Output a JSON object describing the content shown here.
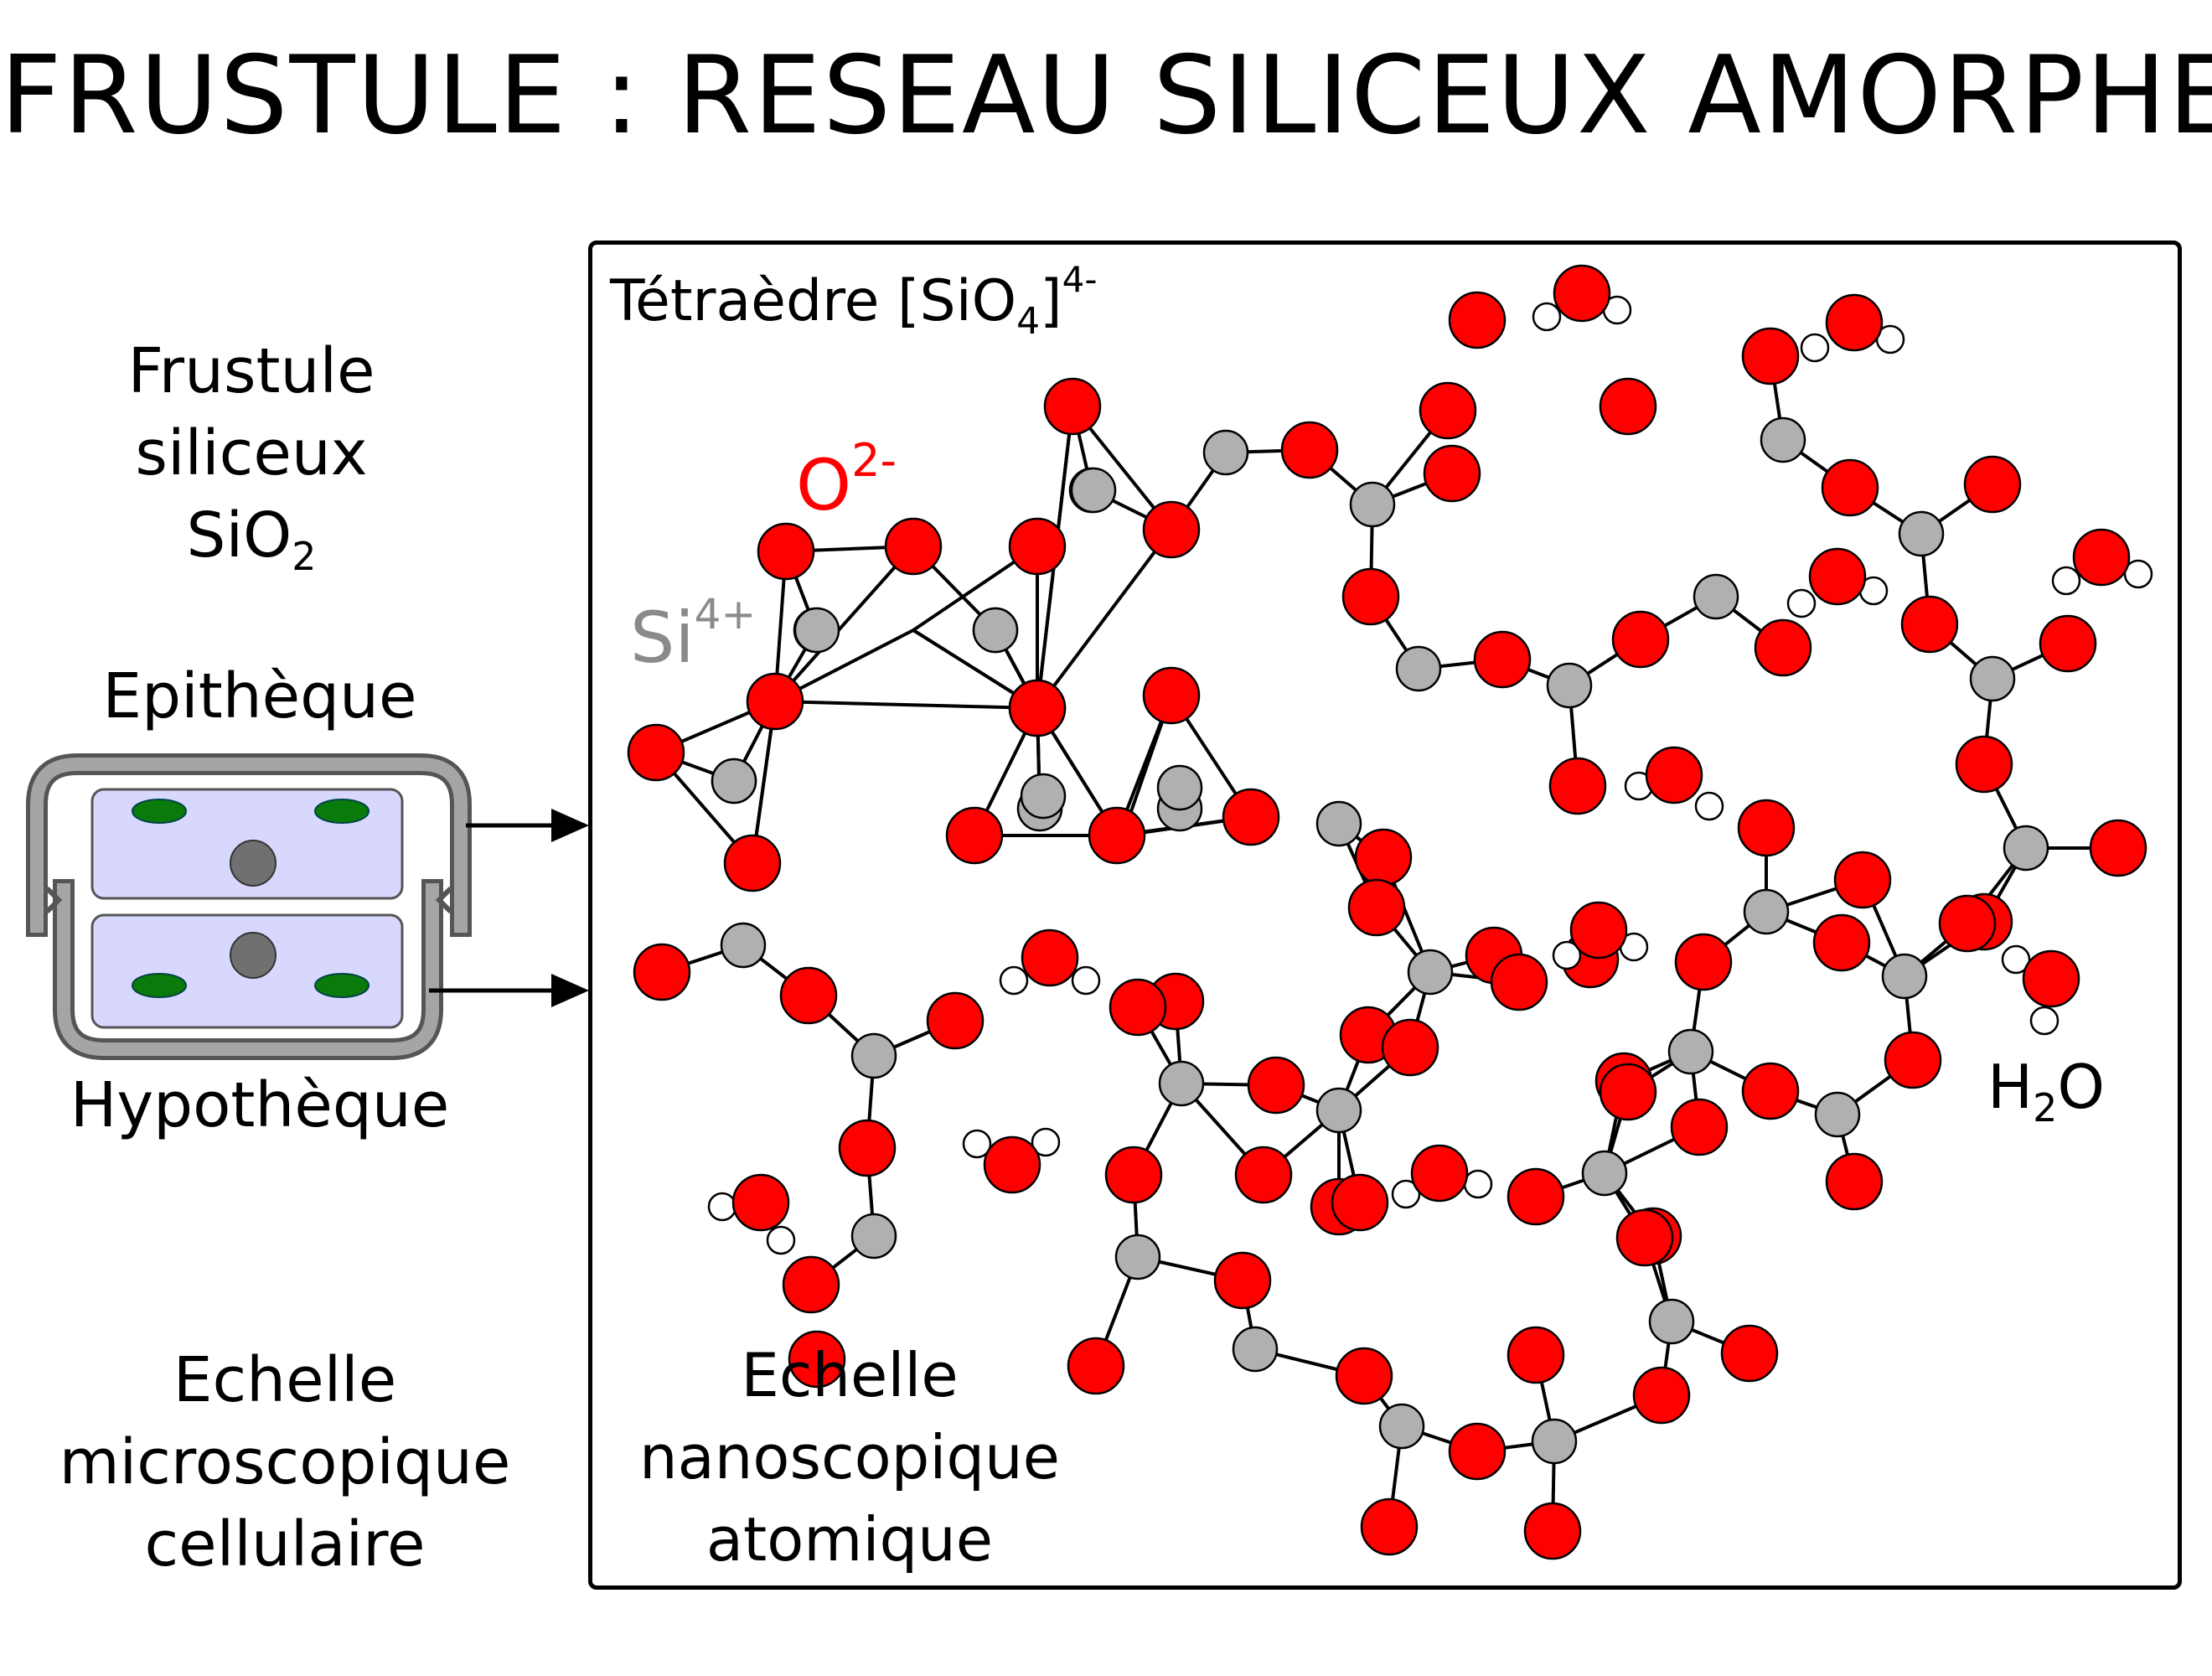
{
  "title": "FRUSTULE : RESEAU SILICEUX AMORPHE",
  "left": {
    "frustule": {
      "line1": "Frustule",
      "line2": "siliceux",
      "formula_base": "SiO",
      "formula_sub": "2"
    },
    "epitheque": "Epithèque",
    "hypotheque": "Hypothèque",
    "scale": {
      "line1": "Echelle",
      "line2": "microscopique",
      "line3": "cellulaire"
    }
  },
  "panel": {
    "tetra": {
      "base": "Tétraèdre [SiO",
      "sub": "4",
      "close": "]",
      "sup": "4-"
    },
    "oxygen": {
      "base": "O",
      "sup": "2-"
    },
    "silicon": {
      "base": "Si",
      "sup": "4+"
    },
    "water": {
      "h": "H",
      "sub": "2",
      "o": "O"
    },
    "scale": {
      "line1": "Echelle",
      "line2": "nanoscopique",
      "line3": "atomique"
    }
  },
  "colors": {
    "oxygen": "#ff0000",
    "silicon": "#b0b0b0",
    "hydrogen": "#ffffff",
    "cell_fill": "#d8d8ff",
    "chloroplast": "#0a7a0a",
    "nucleus": "#707070",
    "wall": "#9a9a9a"
  }
}
